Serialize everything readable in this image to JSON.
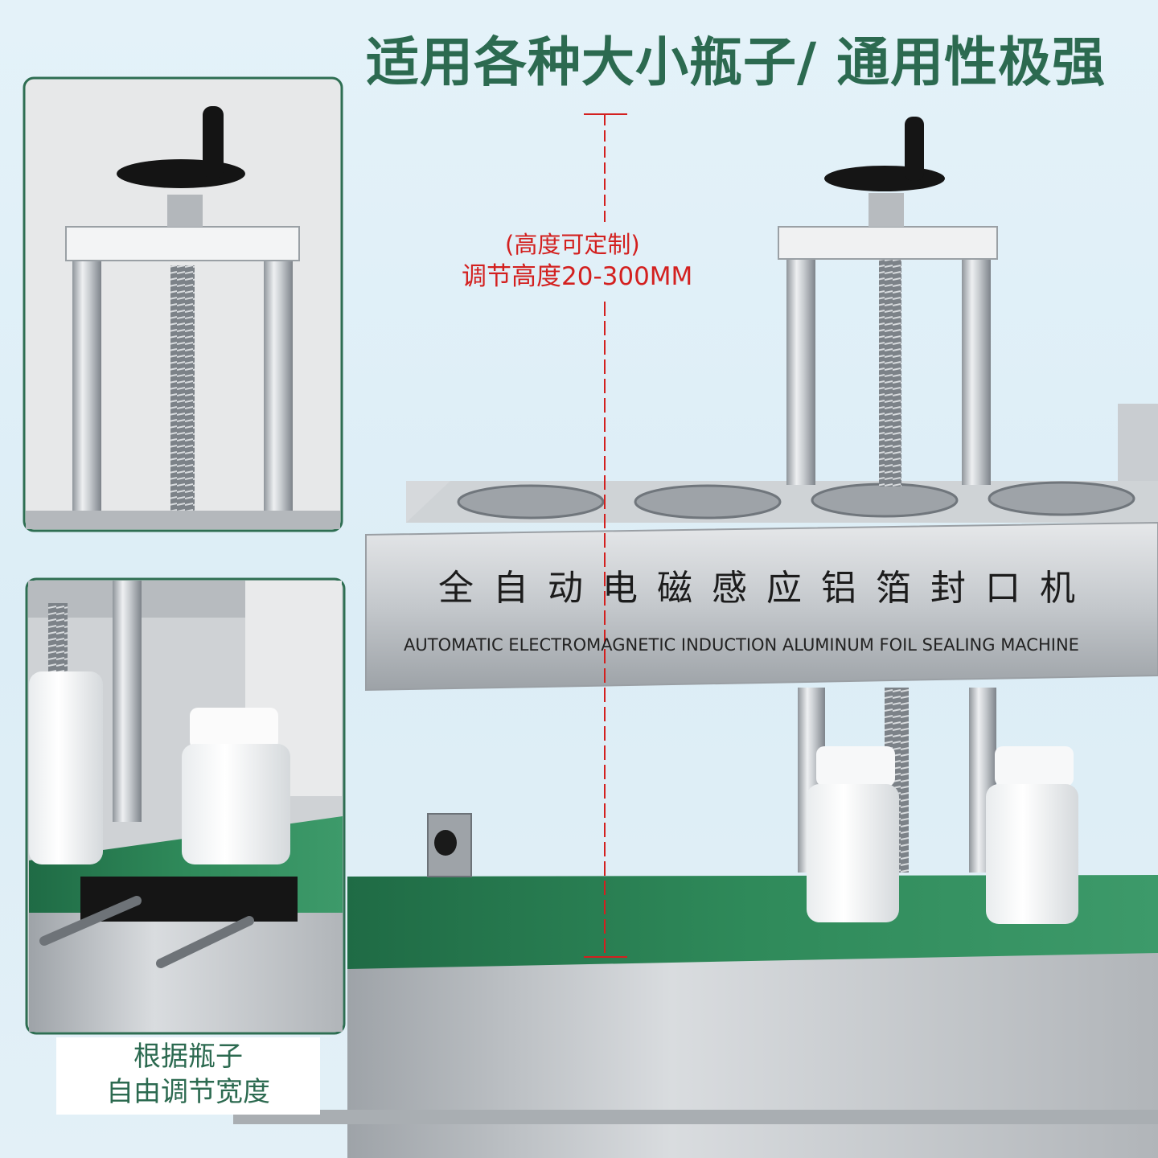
{
  "headline": "适用各种大小瓶子/ 通用性极强",
  "height_note": {
    "line1": "(高度可定制)",
    "line2": "调节高度20-300MM"
  },
  "machine_panel": {
    "title_cn": "全自动电磁感应铝箔封口机",
    "title_en": "AUTOMATIC ELECTROMAGNETIC INDUCTION ALUMINUM FOIL SEALING MACHINE"
  },
  "width_caption": {
    "line1": "根据瓶子",
    "line2": "自由调节宽度"
  },
  "colors": {
    "headline_green": "#2c6a50",
    "annotation_red": "#d3201f",
    "frame_green": "#2e6e52",
    "conveyor_green": "#2f8a5a"
  }
}
